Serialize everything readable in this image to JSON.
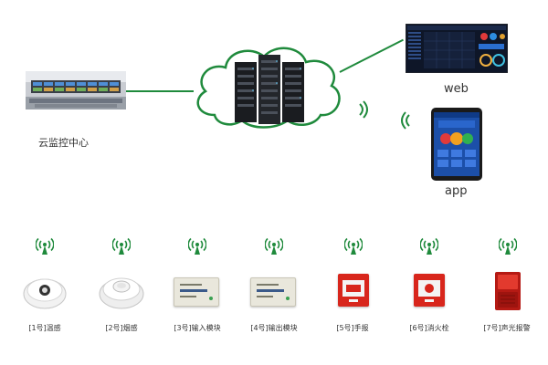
{
  "labels": {
    "cloud_center": "云监控中心",
    "web": "web",
    "app": "app"
  },
  "devices": [
    {
      "label": "[1号]温感",
      "icon": "heat-detector-icon"
    },
    {
      "label": "[2号]烟感",
      "icon": "smoke-detector-icon"
    },
    {
      "label": "[3号]输入模块",
      "icon": "input-module-icon"
    },
    {
      "label": "[4号]输出模块",
      "icon": "output-module-icon"
    },
    {
      "label": "[5号]手报",
      "icon": "manual-alarm-icon"
    },
    {
      "label": "[6号]消火栓",
      "icon": "hydrant-button-icon"
    },
    {
      "label": "[7号]声光报警",
      "icon": "sound-light-alarm-icon"
    }
  ],
  "colors": {
    "accent_green": "#1f8a3c",
    "alarm_red": "#d8261c"
  }
}
